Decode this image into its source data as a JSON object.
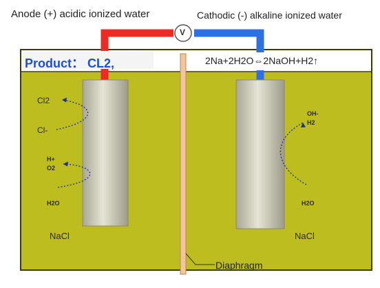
{
  "title_anode": "Anode (+) acidic ionized water",
  "title_cathode": "Cathodic (-) alkaline ionized water",
  "meter_symbol": "V",
  "product_label": "Product： CL2,",
  "reaction": "2Na+2H2O⇔2NaOH+H2↑",
  "anode_side": {
    "cl2": "Cl2",
    "cl_minus": "Cl-",
    "h_plus": "H+",
    "o2": "O2",
    "h2o": "H2O",
    "nacl": "NaCl"
  },
  "cathode_side": {
    "oh_minus": "OH-",
    "h2": "H2",
    "h2o": "H2O",
    "nacl": "NaCl"
  },
  "diaphragm_label": "Diaphragm",
  "colors": {
    "solution": "#bdbd1f",
    "tank_border": "#3a3a0e",
    "electrode": "#d7d5c2",
    "anode_wire": "#ee2a24",
    "cathode_wire": "#2e6fe6",
    "diaphragm": "#f3c59d",
    "product_text": "#1f4fd6"
  }
}
